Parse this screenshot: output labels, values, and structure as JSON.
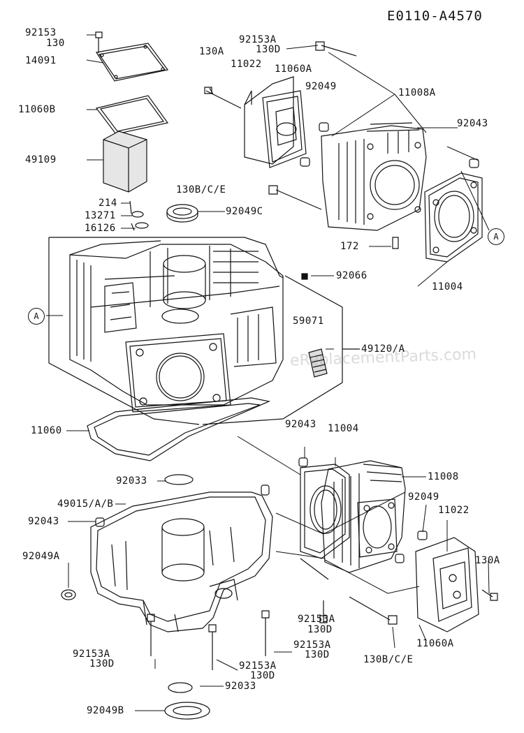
{
  "title": "E0110-A4570",
  "watermark": "eReplacementParts.com",
  "callouts": {
    "a_left": "A",
    "a_right": "A"
  },
  "labels": {
    "l92153_tl": "92153",
    "l130_tl": "130",
    "l14091": "14091",
    "l11060B": "11060B",
    "l49109": "49109",
    "l214": "214",
    "l13271": "13271",
    "l16126": "16126",
    "l92153A_top": "92153A",
    "l130D_top": "130D",
    "l130A_top": "130A",
    "l11022_top": "11022",
    "l11060A_top": "11060A",
    "l92049_top": "92049",
    "l11008A": "11008A",
    "l92043_tr": "92043",
    "l130BCE_top": "130B/C/E",
    "l92049C": "92049C",
    "l172": "172",
    "l11004_top": "11004",
    "l92066": "92066",
    "l59071": "59071",
    "l49120A": "49120/A",
    "l11060": "11060",
    "l92043_mid": "92043",
    "l11004_mid": "11004",
    "l92033_top": "92033",
    "l11008": "11008",
    "l49015": "49015/A/B",
    "l92049_right": "92049",
    "l11022_right": "11022",
    "l92043_left": "92043",
    "l92049A": "92049A",
    "l130A_right": "130A",
    "l92153A_bl": "92153A",
    "l130D_bl": "130D",
    "l92153A_bm": "92153A",
    "l130D_bm": "130D",
    "l92153A_bc": "92153A",
    "l130D_bc": "130D",
    "l92153A_br": "92153A",
    "l130D_br": "130D",
    "l11060A_right": "11060A",
    "l130BCE_bottom": "130B/C/E",
    "l92033_bottom": "92033",
    "l92049B": "92049B"
  }
}
